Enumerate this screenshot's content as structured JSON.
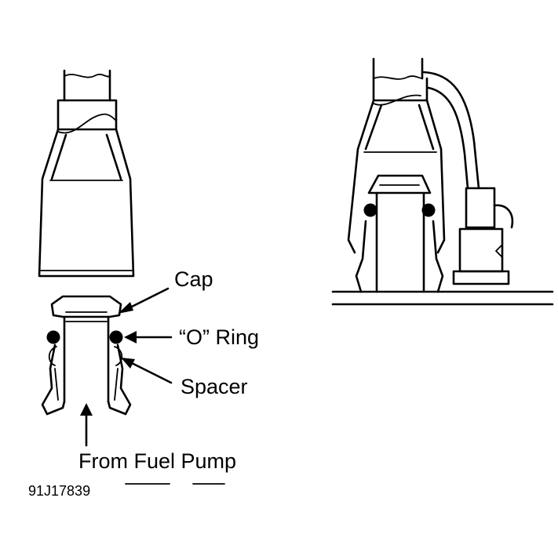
{
  "labels": {
    "cap": "Cap",
    "o_ring": "“O” Ring",
    "spacer": "Spacer",
    "from_fuel_pump": "From Fuel Pump",
    "figure_id": "91J17839"
  },
  "colors": {
    "ink": "#000000",
    "background": "#ffffff"
  }
}
